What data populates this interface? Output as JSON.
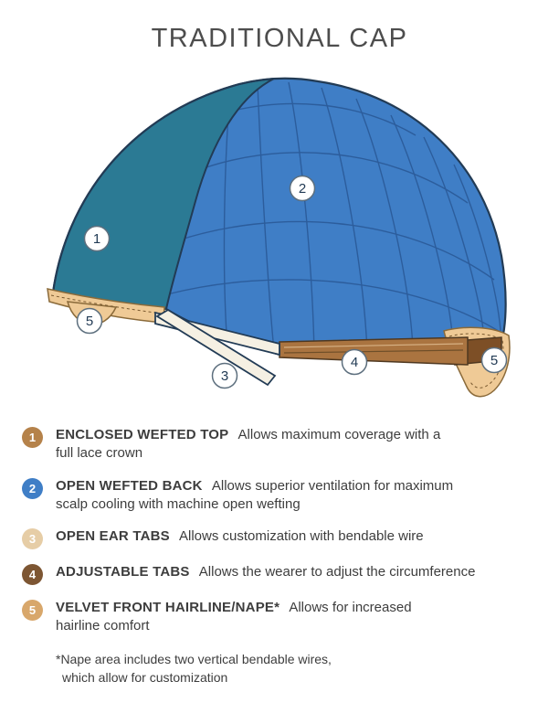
{
  "title": "TRADITIONAL CAP",
  "diagram": {
    "callouts": [
      {
        "num": "1"
      },
      {
        "num": "2"
      },
      {
        "num": "3"
      },
      {
        "num": "4"
      },
      {
        "num": "5"
      },
      {
        "num": "5"
      }
    ],
    "colors": {
      "front_teal": "#2b7a94",
      "back_blue": "#3f7ec6",
      "weft_line_blue": "#2c5d9c",
      "outline_navy": "#223b55",
      "ear_tab_cream": "#f5f0e3",
      "strap_brown": "#aa7440",
      "strap_tip_brown": "#7d4f26",
      "velvet_tan": "#efca96"
    }
  },
  "legend": {
    "items": [
      {
        "num": "1",
        "dot_color": "#b5824a",
        "label": "ENCLOSED WEFTED TOP",
        "desc1": "Allows maximum coverage with a",
        "desc2": "full lace crown"
      },
      {
        "num": "2",
        "dot_color": "#3f7ec6",
        "label": "OPEN WEFTED BACK",
        "desc1": "Allows superior ventilation for maximum",
        "desc2": "scalp cooling with machine open wefting"
      },
      {
        "num": "3",
        "dot_color": "#e6cda6",
        "label": "OPEN EAR TABS",
        "desc1": "Allows customization with bendable wire",
        "desc2": ""
      },
      {
        "num": "4",
        "dot_color": "#7d5633",
        "label": "ADJUSTABLE TABS",
        "desc1": "Allows the wearer to adjust the circumference",
        "desc2": ""
      },
      {
        "num": "5",
        "dot_color": "#d8a76b",
        "label": "VELVET FRONT HAIRLINE/NAPE*",
        "desc1": "Allows for increased",
        "desc2": "hairline comfort"
      }
    ],
    "footnote": [
      "*Nape area includes two vertical bendable wires,",
      "which allow for customization"
    ]
  }
}
